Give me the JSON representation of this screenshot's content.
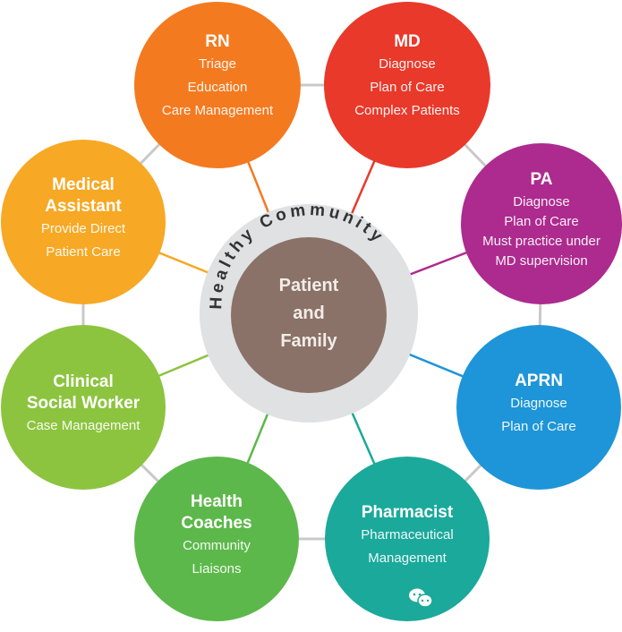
{
  "center": {
    "ring_label": "Healthy Community",
    "lines": [
      "Patient",
      "and",
      "Family"
    ],
    "ring_color": "#dfe1e3",
    "core_color": "#8a7268"
  },
  "nodes": [
    {
      "title": [
        "RN"
      ],
      "details": [
        "Triage",
        "Education",
        "Care Management"
      ],
      "color": "#f47a20"
    },
    {
      "title": [
        "MD"
      ],
      "details": [
        "Diagnose",
        "Plan of Care",
        "Complex Patients"
      ],
      "color": "#e8392b"
    },
    {
      "title": [
        "PA"
      ],
      "details": [
        "Diagnose",
        "Plan of Care",
        "Must practice under",
        "MD supervision"
      ],
      "color": "#ad2a8e"
    },
    {
      "title": [
        "APRN"
      ],
      "details": [
        "Diagnose",
        "Plan of Care"
      ],
      "color": "#1e95d8"
    },
    {
      "title": [
        "Pharmacist"
      ],
      "details": [
        "Pharmaceutical",
        "Management"
      ],
      "color": "#1aa99b"
    },
    {
      "title": [
        "Health",
        "Coaches"
      ],
      "details": [
        "Community",
        "Liaisons"
      ],
      "color": "#5cb84a"
    },
    {
      "title": [
        "Clinical",
        "Social Worker"
      ],
      "details": [
        "Case Management"
      ],
      "color": "#8cc43f"
    },
    {
      "title": [
        "Medical",
        "Assistant"
      ],
      "details": [
        "Provide Direct",
        "Patient Care"
      ],
      "color": "#f7a824"
    }
  ],
  "watermark": "wechat-icon"
}
